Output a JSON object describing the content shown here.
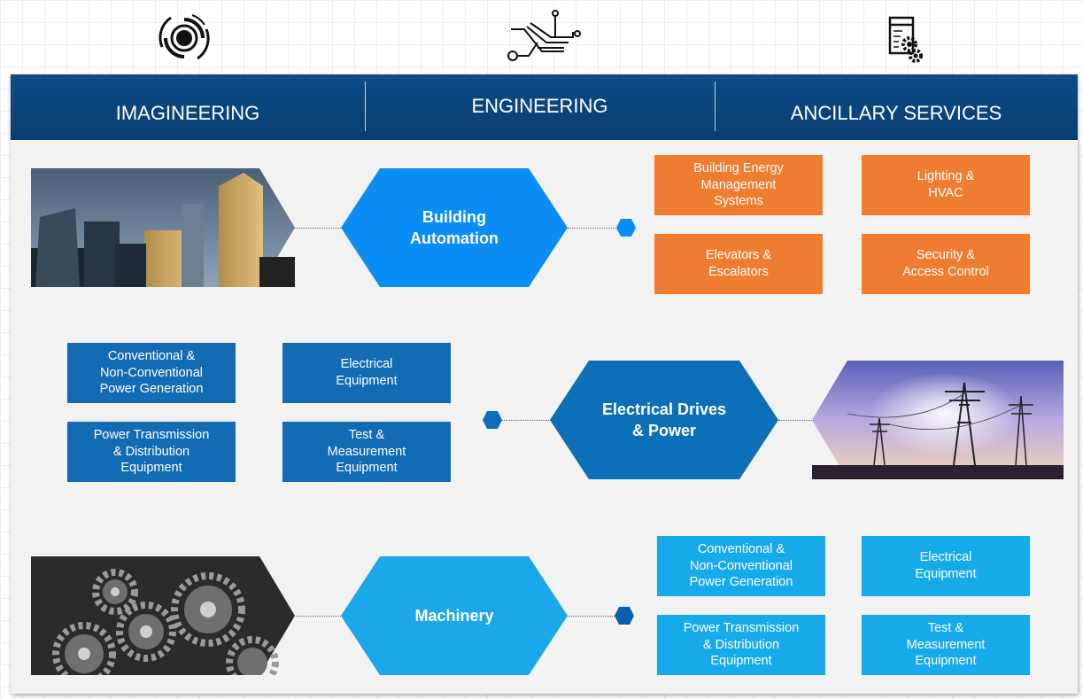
{
  "top_icons": [
    "target-circle-icon",
    "circuit-hand-icon",
    "document-gears-icon"
  ],
  "header": {
    "col1": "IMAGINEERING",
    "col2": "ENGINEERING",
    "col3": "ANCILLARY SERVICES"
  },
  "sections": {
    "building": {
      "title": "Building\nAutomation",
      "image": "skyscrapers-photo",
      "items": [
        "Building Energy\nManagement\nSystems",
        "Lighting &\nHVAC",
        "Elevators &\nEscalators",
        "Security &\nAccess Control"
      ]
    },
    "electrical": {
      "title": "Electrical Drives\n& Power",
      "image": "power-towers-photo",
      "items": [
        "Conventional &\nNon-Conventional\nPower Generation",
        "Electrical\nEquipment",
        "Power Transmission\n& Distribution\nEquipment",
        "Test &\nMeasurement\nEquipment"
      ]
    },
    "machinery": {
      "title": "Machinery",
      "image": "gears-photo",
      "items": [
        "Conventional &\nNon-Conventional\nPower Generation",
        "Electrical\nEquipment",
        "Power Transmission\n& Distribution\nEquipment",
        "Test &\nMeasurement\nEquipment"
      ]
    }
  },
  "colors": {
    "header": "#0a3e73",
    "orange": "#ef7d31",
    "blue": "#136cb3",
    "cyan": "#17aaea",
    "hex_building": "#0a8ef5",
    "hex_electrical": "#0c6fb8",
    "hex_machinery": "#1ba8ea"
  }
}
